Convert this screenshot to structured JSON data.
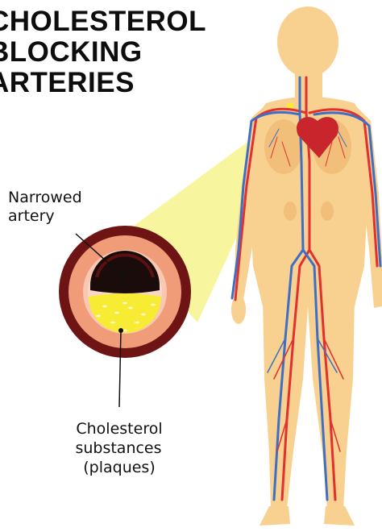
{
  "title": {
    "lines": [
      "CHOLESTEROL",
      "BLOCKING",
      "ARTERIES"
    ]
  },
  "labels": {
    "narrowed_artery": [
      "Narrowed",
      "artery"
    ],
    "plaques": [
      "Cholesterol",
      "substances",
      "(plaques)"
    ]
  },
  "colors": {
    "skin": "#f8d190",
    "skin_dark": "#f2bf7a",
    "artery_red": "#e2302e",
    "vein_blue": "#3f6fc4",
    "heart": "#c8262c",
    "artery_wall_outer": "#6e1414",
    "artery_wall_mid": "#f09c78",
    "plaque": "#f7ec33",
    "lumen": "#1b0c0c",
    "highlight_beam": "#f5f18a"
  }
}
